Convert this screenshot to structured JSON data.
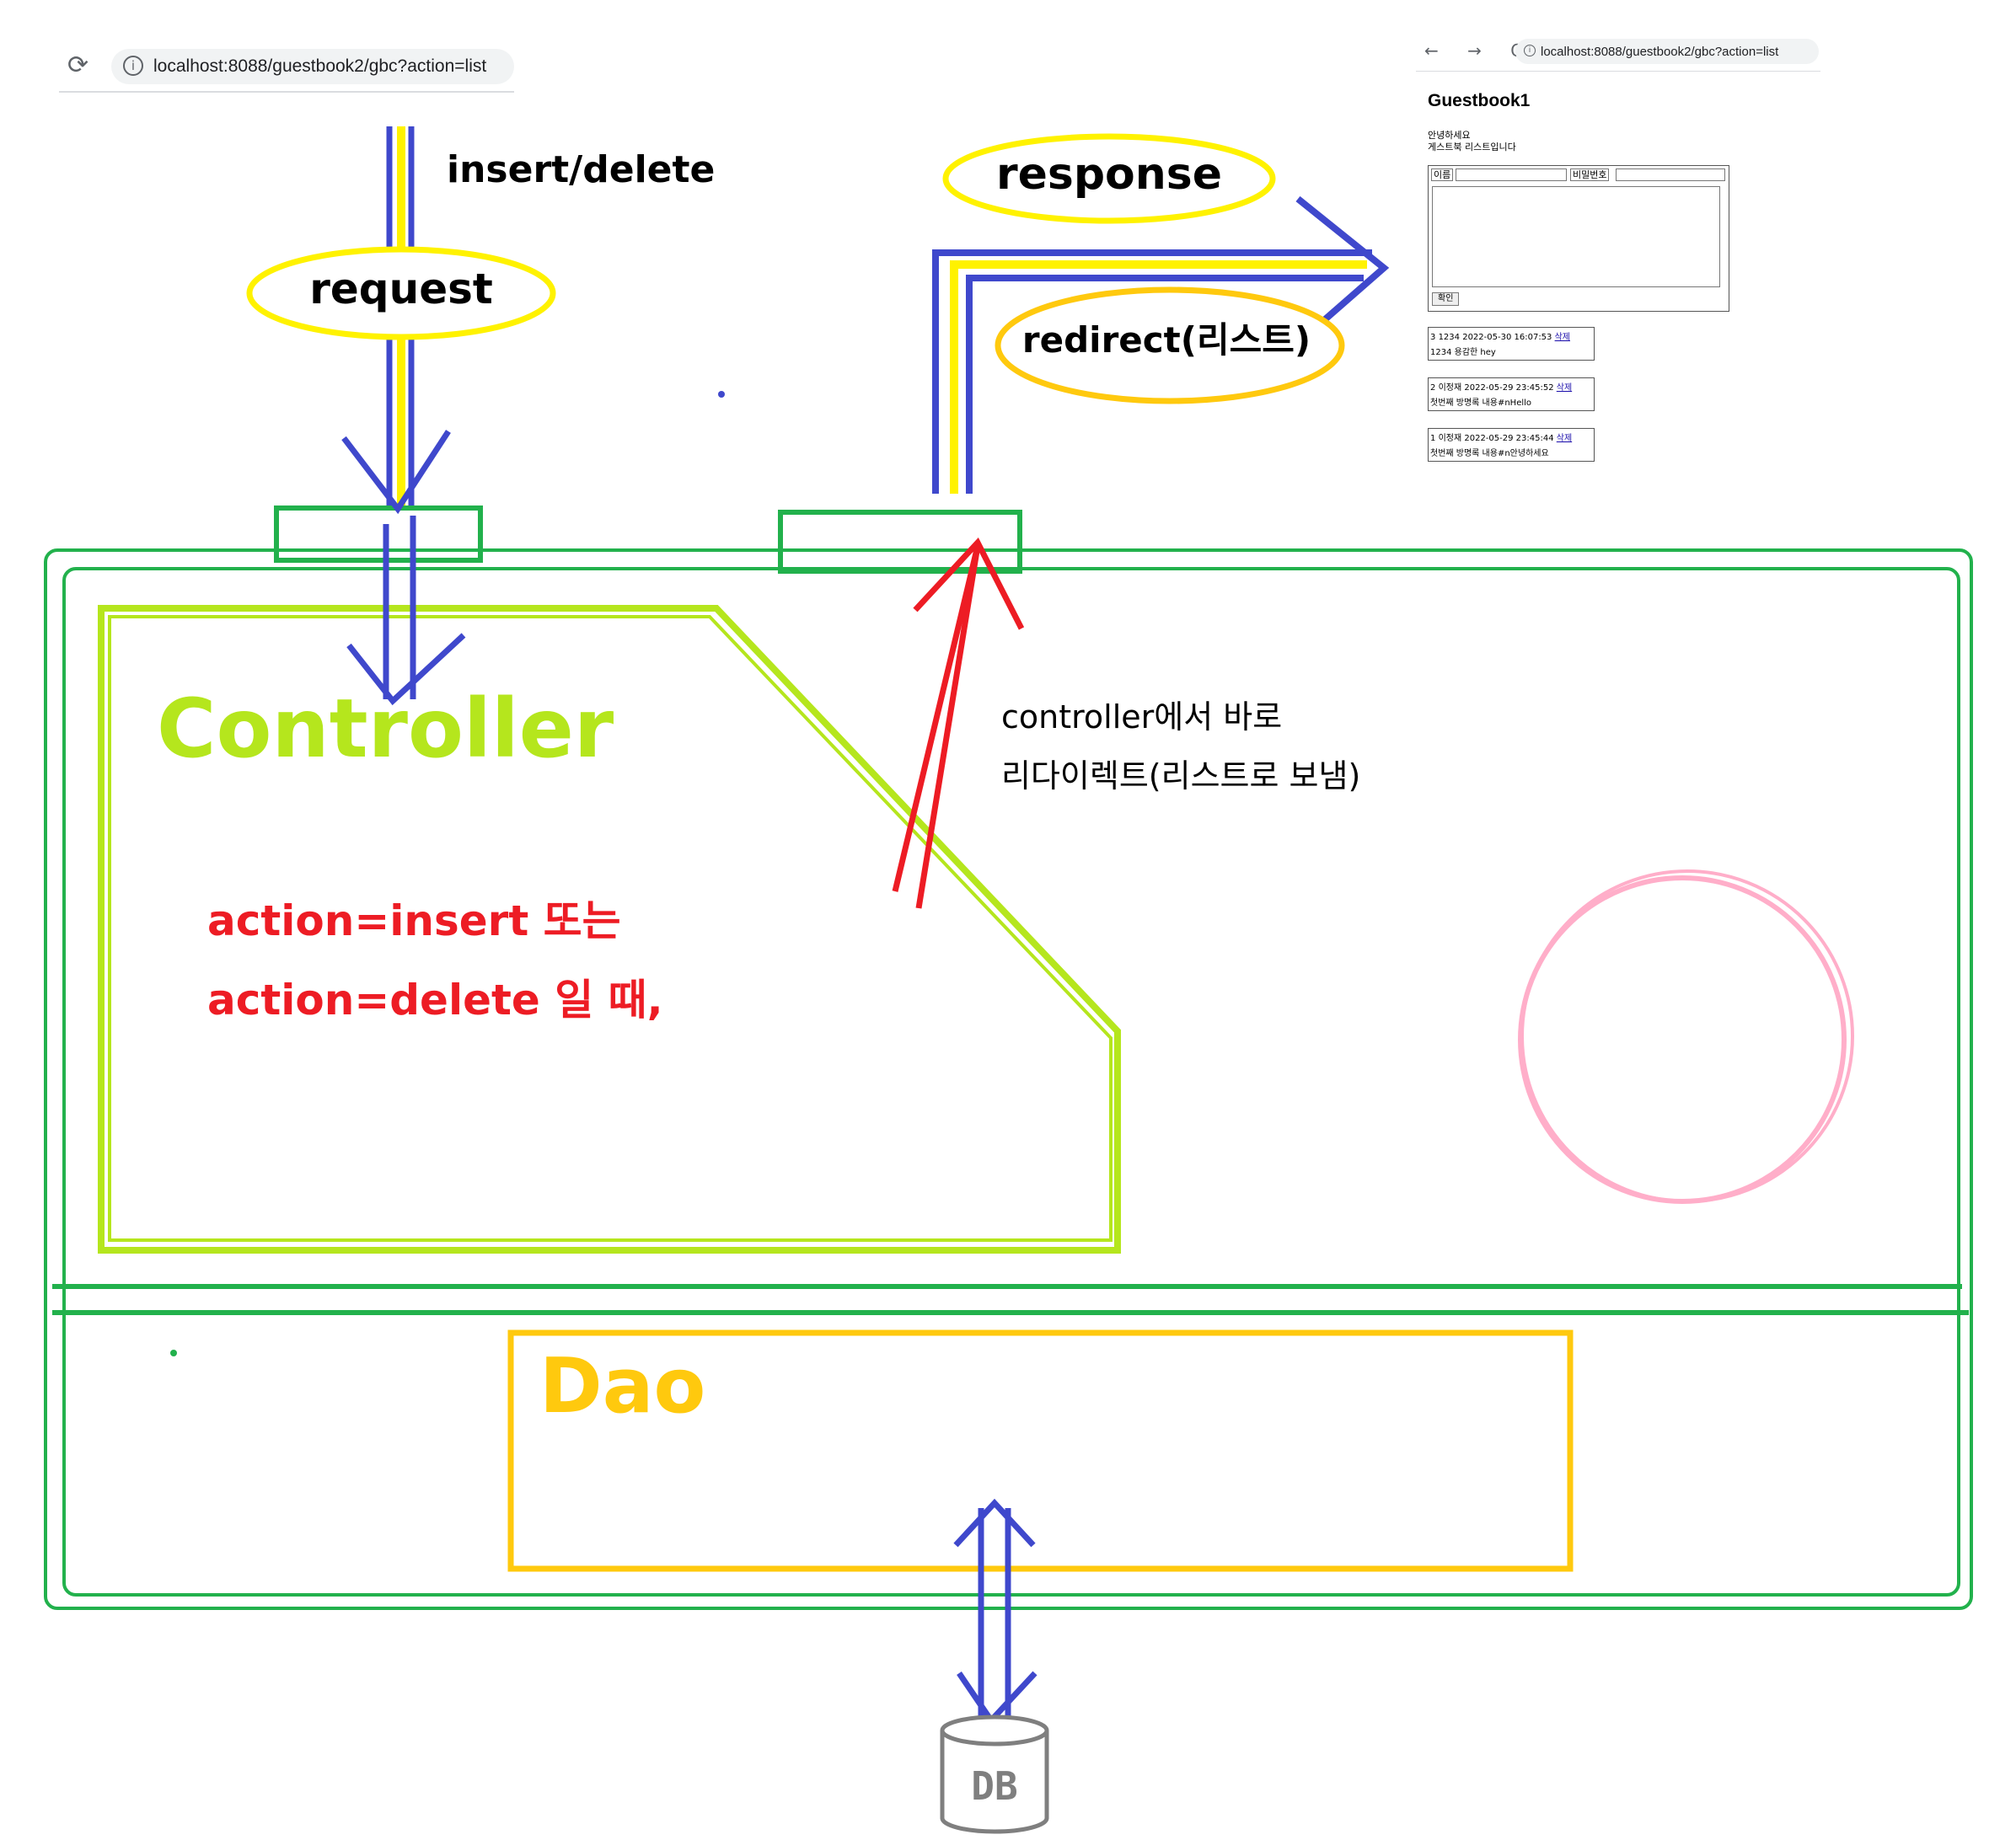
{
  "browser_left": {
    "url": "localhost:8088/guestbook2/gbc?action=list",
    "reload_icon": "reload-icon",
    "info_icon": "info-icon"
  },
  "labels": {
    "insert_delete": "insert/delete",
    "request": "request",
    "response": "response",
    "redirect": "redirect(리스트)",
    "controller": "Controller",
    "action_insert": "action=insert 또는",
    "action_delete": "action=delete 일 때,",
    "note_line1": "controller에서 바로",
    "note_line2": "리다이렉트(리스트로 보냄)",
    "dao": "Dao",
    "db": "DB"
  },
  "mini_screenshot": {
    "url": "localhost:8088/guestbook2/gbc?action=list",
    "nav_icons": "← → C",
    "title": "Guestbook1",
    "greeting_line1": "안녕하세요",
    "greeting_line2": "게스트북 리스트입니다",
    "form": {
      "name_label": "이름",
      "password_label": "비밀번호",
      "submit_label": "확인"
    },
    "entries": [
      {
        "no": "3",
        "name": "1234",
        "date": "2022-05-30 16:07:53",
        "delete": "삭제",
        "content": "1234 용감한 hey"
      },
      {
        "no": "2",
        "name": "이정재",
        "date": "2022-05-29 23:45:52",
        "delete": "삭제",
        "content": "첫번째 방명록 내용#nHello"
      },
      {
        "no": "1",
        "name": "이정재",
        "date": "2022-05-29 23:45:44",
        "delete": "삭제",
        "content": "첫번째 방명록 내용#n안녕하세요"
      }
    ]
  },
  "colors": {
    "outer_box": "#22b14c",
    "controller": "#b5e61d",
    "dao": "#ffc90e",
    "arrow_blue": "#3f48cc",
    "highlight_yellow": "#fff200",
    "redirect_orange": "#ffc90e",
    "red_arrow": "#ed1c24",
    "red_text": "#ed1c24",
    "pink_circle": "#ffaec9",
    "db_gray": "#7f7f7f"
  }
}
